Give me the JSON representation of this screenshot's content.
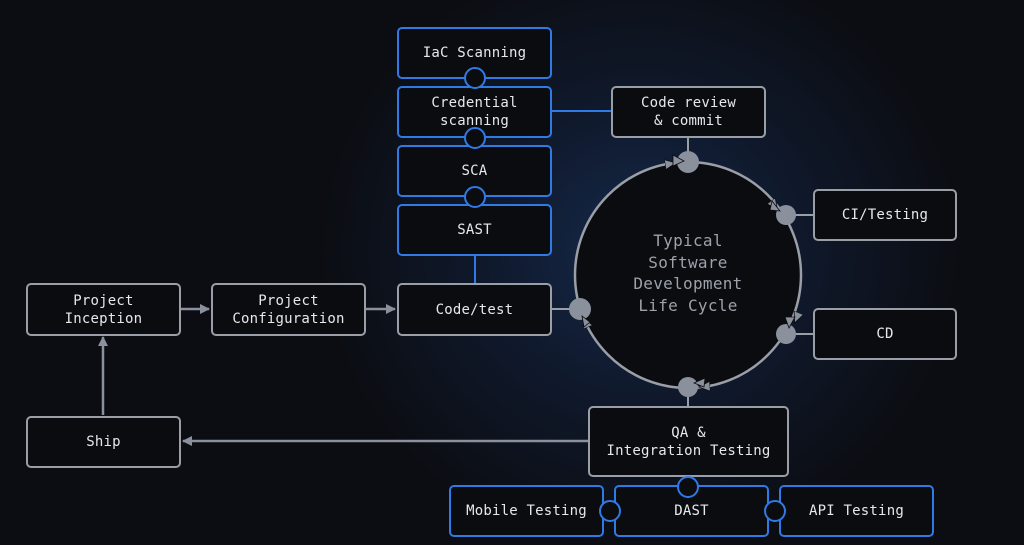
{
  "diagram": {
    "center_label": "Typical\nSoftware\nDevelopment\nLife Cycle",
    "nodes": {
      "iac_scanning": "IaC Scanning",
      "credential_scanning": "Credential\nscanning",
      "sca": "SCA",
      "sast": "SAST",
      "code_review": "Code review\n& commit",
      "ci_testing": "CI/Testing",
      "cd": "CD",
      "project_inception": "Project\nInception",
      "project_configuration": "Project\nConfiguration",
      "code_test": "Code/test",
      "ship": "Ship",
      "qa_integration": "QA &\nIntegration Testing",
      "mobile_testing": "Mobile Testing",
      "dast": "DAST",
      "api_testing": "API Testing"
    },
    "colors": {
      "background": "#0b0d12",
      "security_border": "#2f7ae5",
      "process_border": "#9a9ea6",
      "connector": "#8a909c",
      "text": "#e6e8ec"
    }
  }
}
